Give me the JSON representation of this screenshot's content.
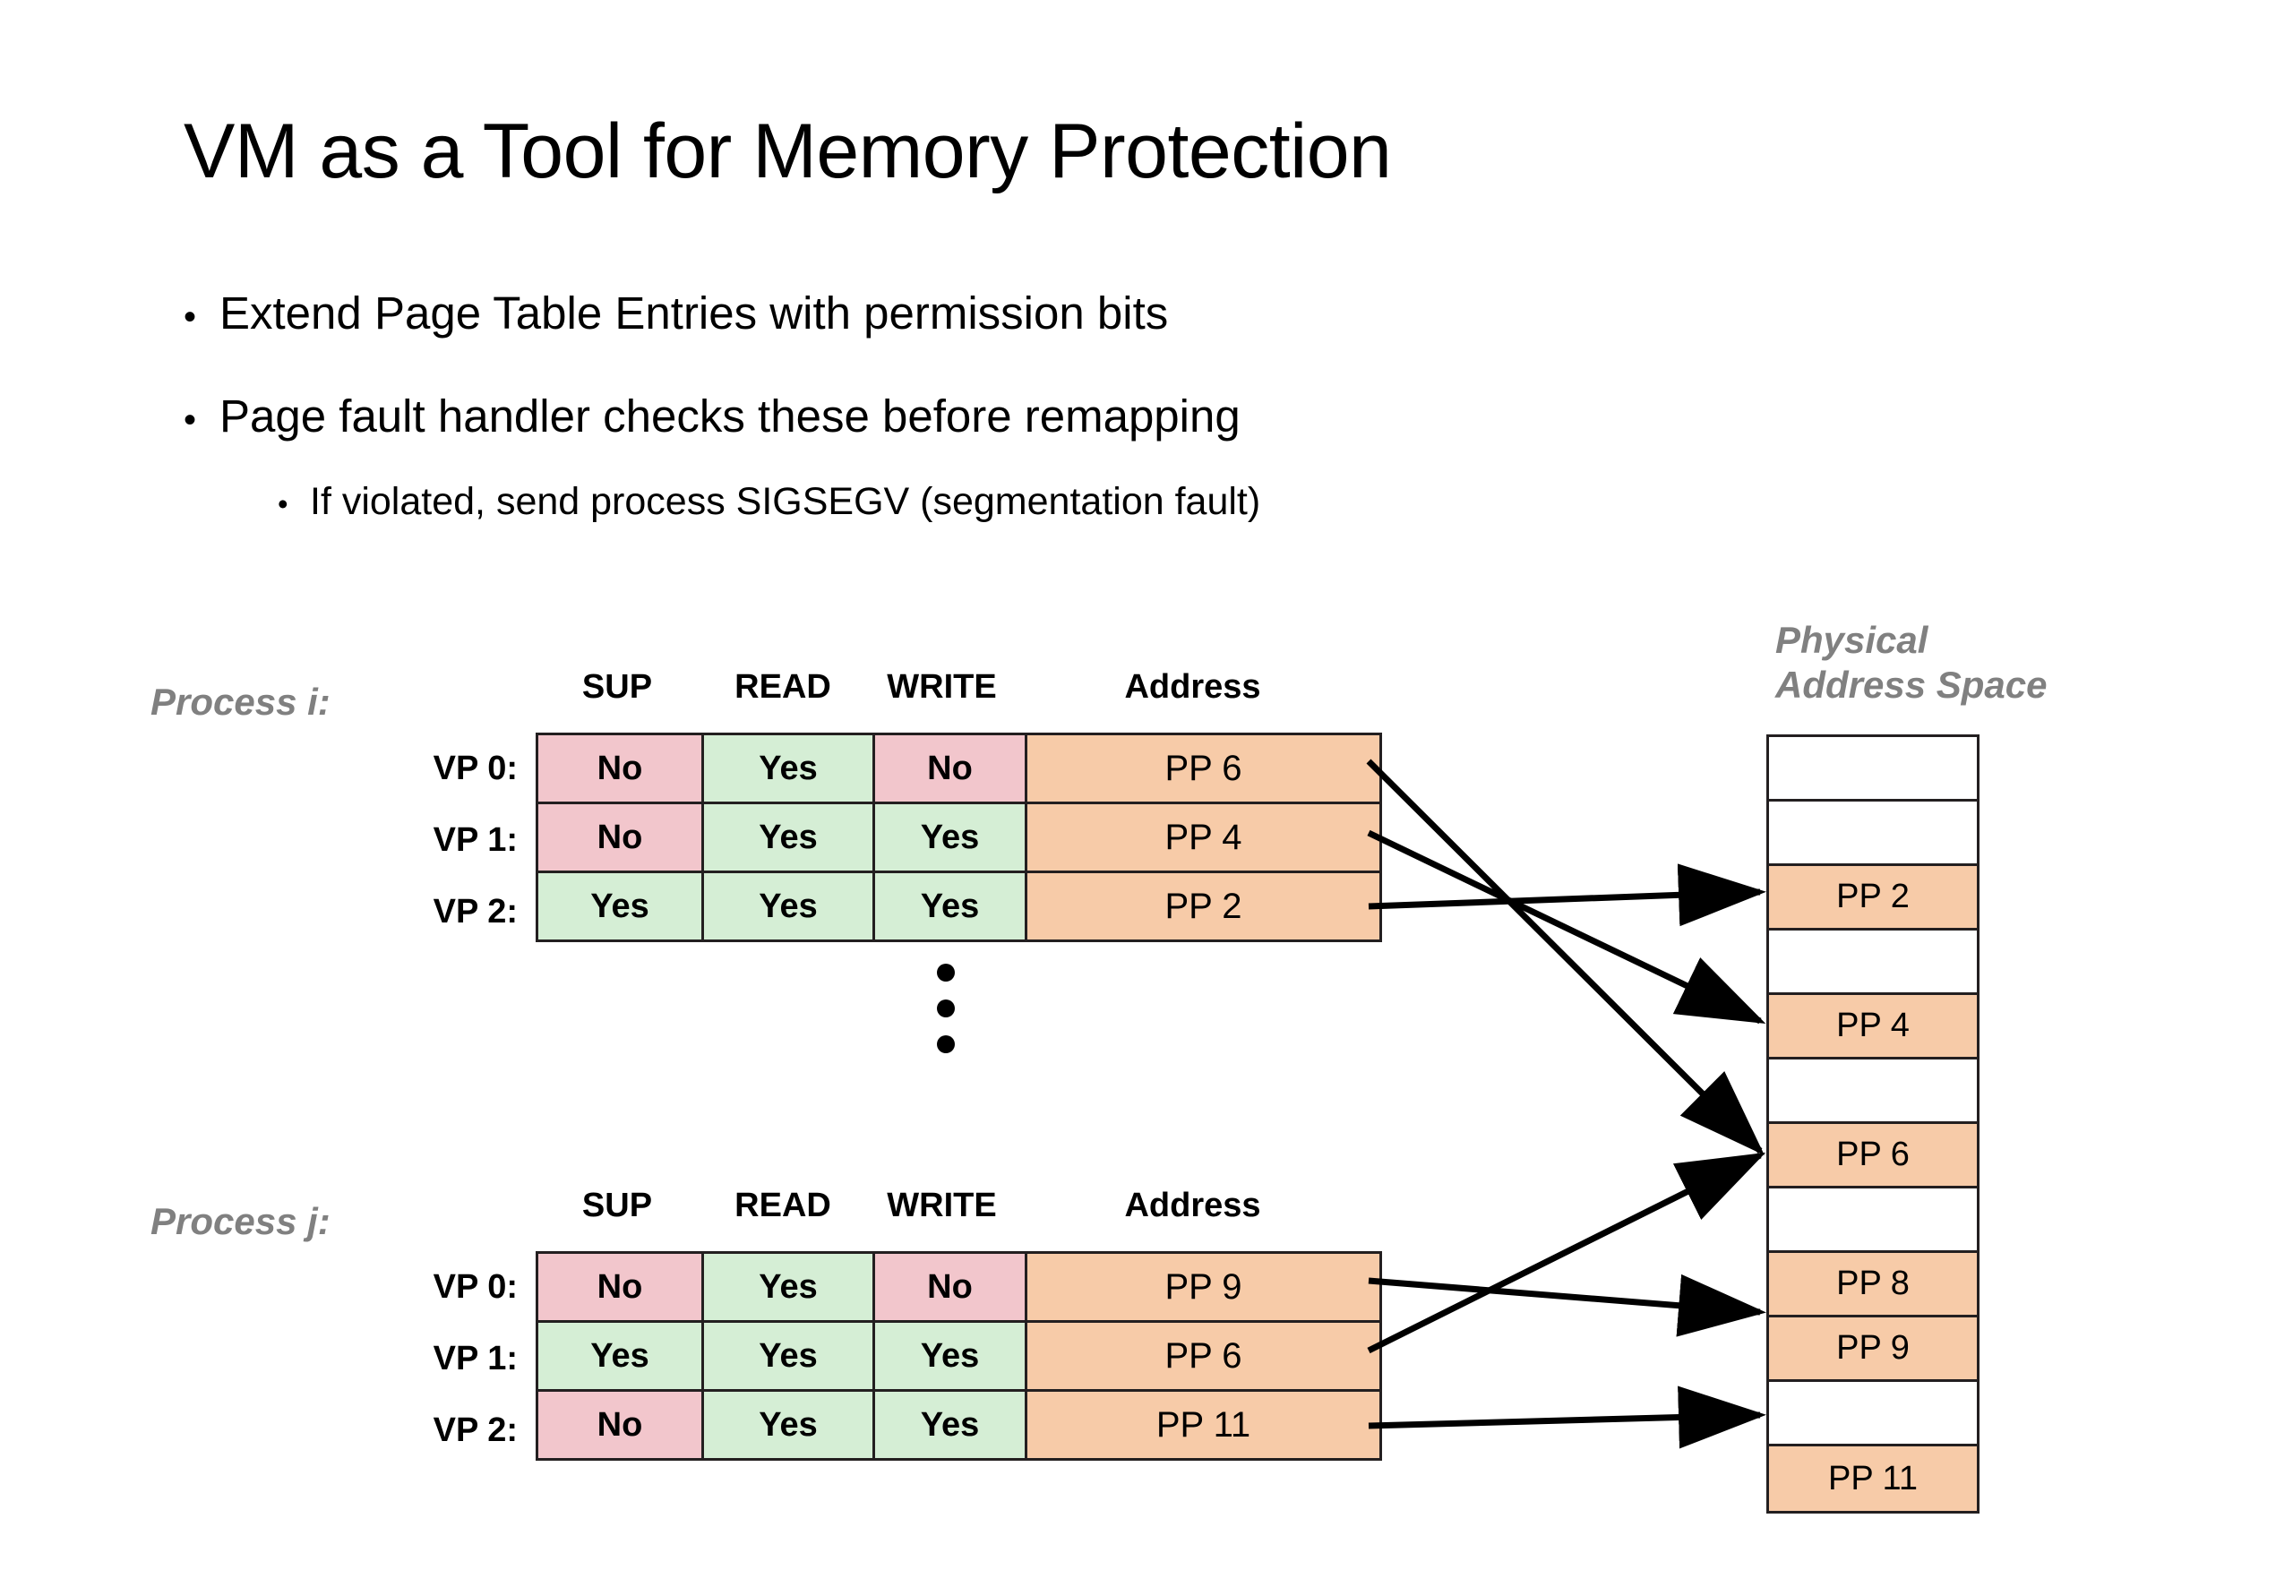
{
  "slide": {
    "title": "VM as a Tool for Memory Protection",
    "bullets": [
      {
        "level": 1,
        "text": "Extend Page Table Entries with permission bits"
      },
      {
        "level": 1,
        "text": "Page fault handler checks these before remapping"
      },
      {
        "level": 2,
        "text": "If violated, send process SIGSEGV (segmentation fault)"
      }
    ]
  },
  "colors": {
    "yes": "#d5eed5",
    "no": "#f2c6cc",
    "physical_page": "#f7cba8",
    "border": "#231f20",
    "label_gray": "#808080",
    "background": "#ffffff"
  },
  "page_tables": [
    {
      "process_label": "Process i:",
      "headers": [
        "SUP",
        "READ",
        "WRITE",
        "Address"
      ],
      "rows": [
        {
          "vp": "VP 0:",
          "sup": "No",
          "read": "Yes",
          "write": "No",
          "address": "PP 6"
        },
        {
          "vp": "VP 1:",
          "sup": "No",
          "read": "Yes",
          "write": "Yes",
          "address": "PP 4"
        },
        {
          "vp": "VP 2:",
          "sup": "Yes",
          "read": "Yes",
          "write": "Yes",
          "address": "PP 2"
        }
      ],
      "has_ellipsis": true
    },
    {
      "process_label": "Process j:",
      "headers": [
        "SUP",
        "READ",
        "WRITE",
        "Address"
      ],
      "rows": [
        {
          "vp": "VP 0:",
          "sup": "No",
          "read": "Yes",
          "write": "No",
          "address": "PP 9"
        },
        {
          "vp": "VP 1:",
          "sup": "Yes",
          "read": "Yes",
          "write": "Yes",
          "address": "PP 6"
        },
        {
          "vp": "VP 2:",
          "sup": "No",
          "read": "Yes",
          "write": "Yes",
          "address": "PP 11"
        }
      ],
      "has_ellipsis": false
    }
  ],
  "physical_address_space": {
    "title_line1": "Physical",
    "title_line2": "Address Space",
    "slots": [
      {
        "index": 0,
        "label": "",
        "filled": false
      },
      {
        "index": 1,
        "label": "",
        "filled": false
      },
      {
        "index": 2,
        "label": "PP 2",
        "filled": true
      },
      {
        "index": 3,
        "label": "",
        "filled": false
      },
      {
        "index": 4,
        "label": "PP 4",
        "filled": true
      },
      {
        "index": 5,
        "label": "",
        "filled": false
      },
      {
        "index": 6,
        "label": "PP 6",
        "filled": true
      },
      {
        "index": 7,
        "label": "",
        "filled": false
      },
      {
        "index": 8,
        "label": "PP 8",
        "filled": true
      },
      {
        "index": 9,
        "label": "PP 9",
        "filled": true
      },
      {
        "index": 10,
        "label": "",
        "filled": false
      },
      {
        "index": 11,
        "label": "PP 11",
        "filled": true
      }
    ]
  },
  "mappings": [
    {
      "from_process": "i",
      "from_vp": "VP 0",
      "to_page": "PP 6"
    },
    {
      "from_process": "i",
      "from_vp": "VP 1",
      "to_page": "PP 4"
    },
    {
      "from_process": "i",
      "from_vp": "VP 2",
      "to_page": "PP 2"
    },
    {
      "from_process": "j",
      "from_vp": "VP 0",
      "to_page": "PP 9"
    },
    {
      "from_process": "j",
      "from_vp": "VP 1",
      "to_page": "PP 6"
    },
    {
      "from_process": "j",
      "from_vp": "VP 2",
      "to_page": "PP 11"
    }
  ]
}
